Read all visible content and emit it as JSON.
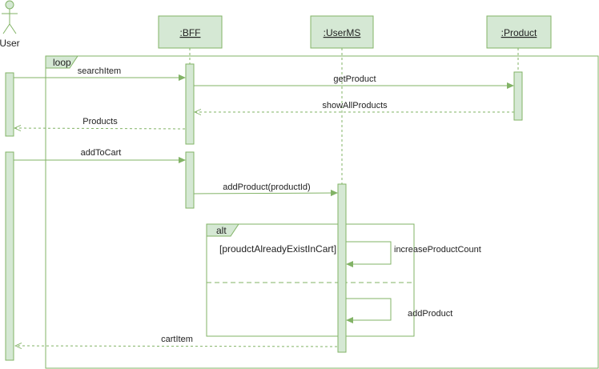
{
  "colors": {
    "stroke": "#82b366",
    "fill": "#d5e8d4",
    "text": "#222222",
    "background": "#ffffff"
  },
  "actor": {
    "label": "User"
  },
  "lifelines": [
    {
      "label": ":BFF"
    },
    {
      "label": ":UserMS"
    },
    {
      "label": ":Product"
    }
  ],
  "frames": {
    "loop": {
      "label": "loop"
    },
    "alt": {
      "label": "alt",
      "guard": "[proudctAlreadyExistInCart]"
    }
  },
  "messages": [
    {
      "label": "searchItem",
      "style": "sync"
    },
    {
      "label": "getProduct",
      "style": "sync"
    },
    {
      "label": "showAllProducts",
      "style": "return"
    },
    {
      "label": "Products",
      "style": "return"
    },
    {
      "label": "addToCart",
      "style": "sync"
    },
    {
      "label": "addProduct(productId)",
      "style": "sync"
    },
    {
      "label": "increaseProductCount",
      "style": "self"
    },
    {
      "label": "addProduct",
      "style": "self"
    },
    {
      "label": "cartItem",
      "style": "return"
    }
  ]
}
